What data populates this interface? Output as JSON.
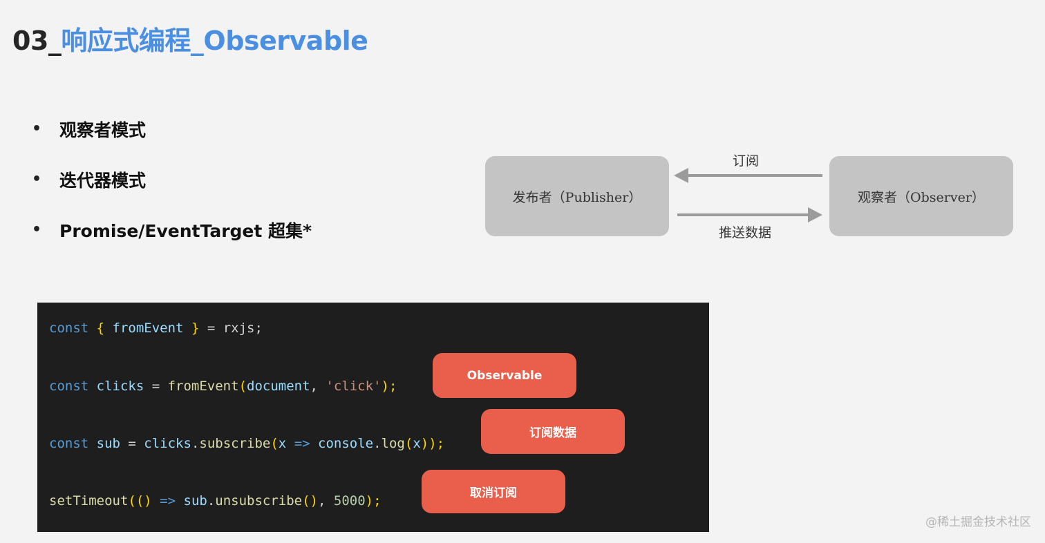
{
  "title": {
    "number": "03_",
    "text": "响应式编程_Observable"
  },
  "bullets": [
    {
      "symbol": "•",
      "text": "观察者模式"
    },
    {
      "symbol": "•",
      "text": "迭代器模式"
    },
    {
      "symbol": "•",
      "text": "Promise/EventTarget 超集*"
    }
  ],
  "diagram": {
    "publisher": "发布者（Publisher）",
    "observer": "观察者（Observer）",
    "subscribe_label": "订阅",
    "push_label": "推送数据"
  },
  "code": {
    "line1": {
      "t1": "const ",
      "t2": "{ ",
      "t3": "fromEvent",
      "t4": " } ",
      "t5": "= rxjs;"
    },
    "line2": {
      "t1": "const ",
      "t2": "clicks",
      "t3": " = ",
      "t4": "fromEvent",
      "t5": "(",
      "t6": "document",
      "t7": ", ",
      "t8": "'click'",
      "t9": ");"
    },
    "line3": {
      "t1": "const ",
      "t2": "sub",
      "t3": " = ",
      "t4": "clicks",
      "t5": ".",
      "t6": "subscribe",
      "t7": "(",
      "t8": "x",
      "t9": " => ",
      "t10": "console",
      "t11": ".",
      "t12": "log",
      "t13": "(",
      "t14": "x",
      "t15": "));"
    },
    "line4": {
      "t1": "setTimeout",
      "t2": "(",
      "t3": "()",
      "t4": " => ",
      "t5": "sub",
      "t6": ".",
      "t7": "unsubscribe",
      "t8": "()",
      "t9": ", ",
      "t10": "5000",
      "t11": ");"
    }
  },
  "callouts": {
    "observable": "Observable",
    "subscribe": "订阅数据",
    "unsubscribe": "取消订阅"
  },
  "watermark": "@稀土掘金技术社区",
  "colors": {
    "title_accent": "#4a8fe2",
    "callout": "#ea5f4c",
    "code_bg": "#1e1e1e",
    "box": "#c4c4c4"
  }
}
